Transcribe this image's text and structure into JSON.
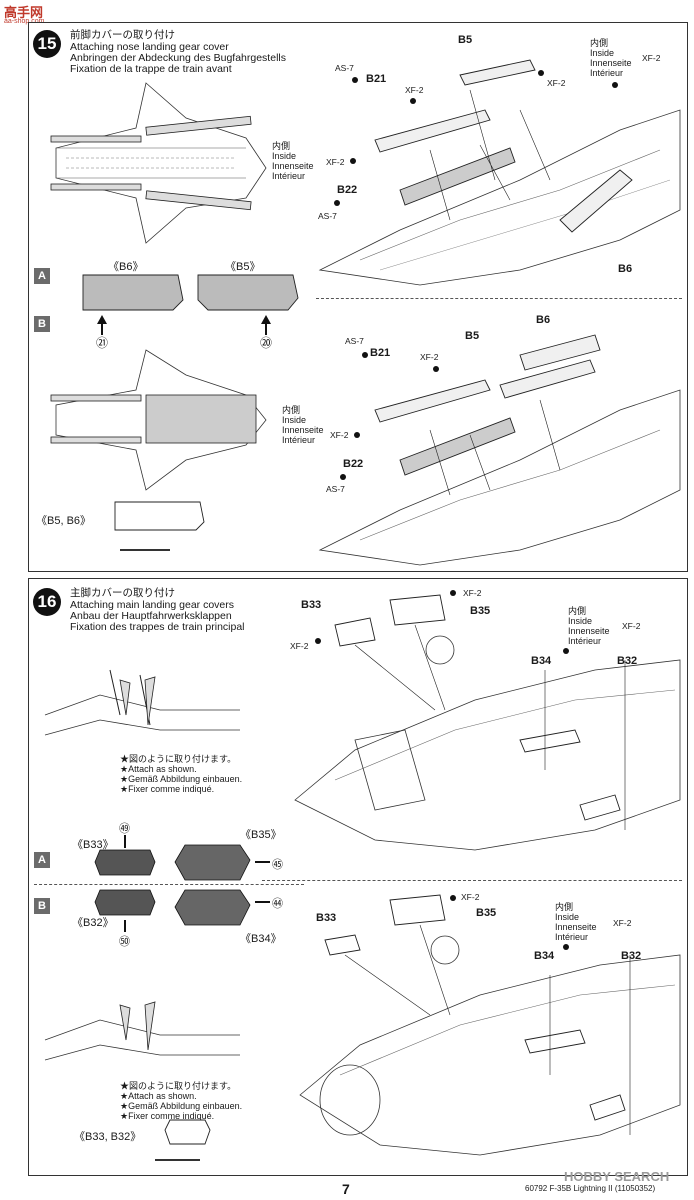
{
  "watermark": {
    "top_left": "高手网",
    "sub": "aa-shop.com",
    "bottom_right": "HOBBY SEARCH"
  },
  "page_number": "7",
  "footer_code": "60792 F-35B Lightning II (11050352)",
  "step15": {
    "number": "15",
    "title_jp": "前脚カバーの取り付け",
    "title_en": "Attaching nose landing gear cover",
    "title_de": "Anbringen der Abdeckung des Bugfahrgestells",
    "title_fr": "Fixation de la trappe de train avant",
    "option_a": "A",
    "option_b": "B",
    "a_part_left": "《B6》",
    "a_part_right": "《B5》",
    "a_mark_left": "㉑",
    "a_mark_right": "⑳",
    "b_parts": "《B5, B6》",
    "upper": {
      "B5": "B5",
      "B21": "B21",
      "B22": "B22",
      "B6": "B6",
      "as7_a": "AS-7",
      "as7_b": "AS-7",
      "xf2_a": "XF-2",
      "xf2_b": "XF-2",
      "xf2_c": "XF-2",
      "xf2_d": "XF-2",
      "inside_jp": "内側",
      "inside_en": "Inside",
      "inside_de": "Innenseite",
      "inside_fr": "Intérieur",
      "inside2_jp": "内側",
      "inside2_en": "Inside",
      "inside2_de": "Innenseite",
      "inside2_fr": "Intérieur"
    },
    "lower": {
      "B5": "B5",
      "B6": "B6",
      "B21": "B21",
      "B22": "B22",
      "as7_a": "AS-7",
      "as7_b": "AS-7",
      "xf2_a": "XF-2",
      "xf2_b": "XF-2",
      "inside_jp": "内側",
      "inside_en": "Inside",
      "inside_de": "Innenseite",
      "inside_fr": "Intérieur"
    }
  },
  "step16": {
    "number": "16",
    "title_jp": "主脚カバーの取り付け",
    "title_en": "Attaching main landing gear covers",
    "title_de": "Anbau der Hauptfahrwerksklappen",
    "title_fr": "Fixation des trappes de train principal",
    "note1": [
      "★図のように取り付けます。",
      "★Attach as shown.",
      "★Gemäß Abbildung einbauen.",
      "★Fixer comme indiqué."
    ],
    "note2": [
      "★図のように取り付けます。",
      "★Attach as shown.",
      "★Gemäß Abbildung einbauen.",
      "★Fixer comme indiqué."
    ],
    "option_a": "A",
    "option_b": "B",
    "parts": {
      "b33": "《B33》",
      "b35": "《B35》",
      "b32": "《B32》",
      "b34": "《B34》",
      "m49": "㊾",
      "m45": "㊺",
      "m50": "㊿",
      "m44": "㊹"
    },
    "b_parts": "《B33, B32》",
    "upper": {
      "B33": "B33",
      "B35": "B35",
      "B34": "B34",
      "B32": "B32",
      "xf2_a": "XF-2",
      "xf2_b": "XF-2",
      "xf2_c": "XF-2",
      "inside_jp": "内側",
      "inside_en": "Inside",
      "inside_de": "Innenseite",
      "inside_fr": "Intérieur"
    },
    "lower": {
      "B33": "B33",
      "B35": "B35",
      "B34": "B34",
      "B32": "B32",
      "xf2_a": "XF-2",
      "xf2_b": "XF-2",
      "inside_jp": "内側",
      "inside_en": "Inside",
      "inside_de": "Innenseite",
      "inside_fr": "Intérieur"
    }
  }
}
